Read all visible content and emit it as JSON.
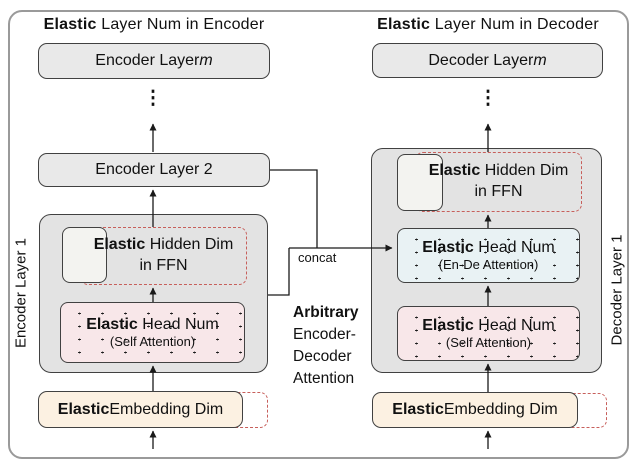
{
  "colors": {
    "dashed_accent": "#c75f5b",
    "self_attention_fill": "#f8e7e9",
    "ende_attention_fill": "#e9f2f4",
    "embedding_fill": "#fcf1e2",
    "layer_fill": "#e9e9e9",
    "container_fill": "#e3e3e3",
    "border": "#414141",
    "frame_border": "#9a9a9a"
  },
  "encoder": {
    "title_bold": "Elastic",
    "title_rest": " Layer Num in Encoder",
    "layer_m_prefix": "Encoder Layer ",
    "layer_m_var": "m",
    "dots": "⋮",
    "layer_2_label": "Encoder Layer 2",
    "container_label": "Encoder Layer 1",
    "ffn_bold": "Elastic",
    "ffn_rest": " Hidden Dim",
    "ffn_line2": "in FFN",
    "head_bold": "Elastic",
    "head_rest": " Head Num",
    "head_line2": "(Self Attention)",
    "embedding_bold": "Elastic",
    "embedding_rest": " Embedding Dim"
  },
  "decoder": {
    "title_bold": "Elastic",
    "title_rest": " Layer Num in Decoder",
    "layer_m_prefix": "Decoder Layer ",
    "layer_m_var": "m",
    "dots": "⋮",
    "container_label": "Decoder Layer 1",
    "ffn_bold": "Elastic",
    "ffn_rest": " Hidden Dim",
    "ffn_line2": "in FFN",
    "ende_bold": "Elastic",
    "ende_rest": " Head Num",
    "ende_line2": "(En-De Attention)",
    "head_bold": "Elastic",
    "head_rest": " Head Num",
    "head_line2": "(Self Attention)",
    "embedding_bold": "Elastic",
    "embedding_rest": " Embedding Dim"
  },
  "middle": {
    "concat_label": "concat",
    "arbitrary_line1": "Arbitrary",
    "arbitrary_line2": "Encoder-",
    "arbitrary_line3": "Decoder",
    "arbitrary_line4": "Attention"
  }
}
